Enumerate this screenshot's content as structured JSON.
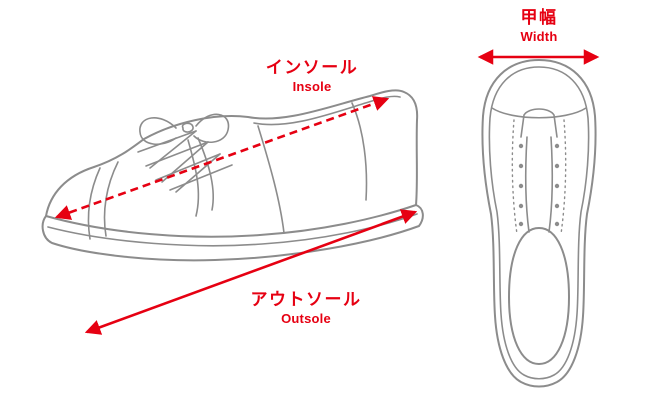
{
  "labels": {
    "insole": {
      "jp": "インソール",
      "en": "Insole"
    },
    "outsole": {
      "jp": "アウトソール",
      "en": "Outsole"
    },
    "width": {
      "jp": "甲幅",
      "en": "Width"
    }
  },
  "icons": {
    "side_view": "sneaker-side-view-illustration",
    "top_view": "sole-top-view-illustration",
    "insole_arrow": "dashed-double-headed-arrow",
    "outsole_arrow": "solid-double-headed-arrow",
    "width_arrow": "solid-double-headed-arrow"
  },
  "colors": {
    "accent_red": "#e60012",
    "line_gray": "#8c8c8c",
    "background": "#ffffff"
  }
}
